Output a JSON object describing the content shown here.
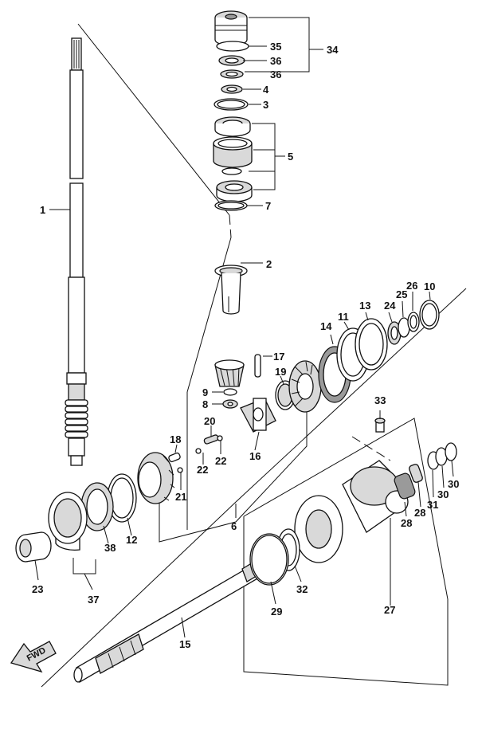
{
  "labels": {
    "p1": "1",
    "p2": "2",
    "p3": "3",
    "p4": "4",
    "p5": "5",
    "p6": "6",
    "p7": "7",
    "p8": "8",
    "p9": "9",
    "p10": "10",
    "p11": "11",
    "p12": "12",
    "p13": "13",
    "p14": "14",
    "p15": "15",
    "p16": "16",
    "p17": "17",
    "p18": "18",
    "p19": "19",
    "p20": "20",
    "p21": "21",
    "p22a": "22",
    "p22b": "22",
    "p23": "23",
    "p24": "24",
    "p25": "25",
    "p26": "26",
    "p27": "27",
    "p28a": "28",
    "p28b": "28",
    "p29": "29",
    "p30a": "30",
    "p30b": "30",
    "p31": "31",
    "p32": "32",
    "p33": "33",
    "p34": "34",
    "p35": "35",
    "p36a": "36",
    "p36b": "36",
    "p37": "37",
    "p38": "38"
  },
  "fwd_label": "FWD"
}
